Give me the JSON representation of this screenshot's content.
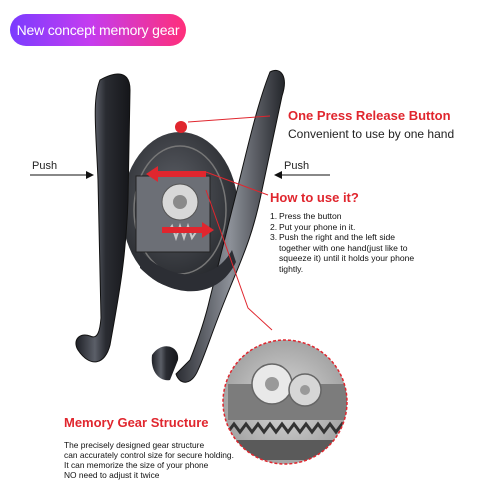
{
  "banner": {
    "text": "New concept memory gear"
  },
  "push_left": "Push",
  "push_right": "Push",
  "release": {
    "title": "One Press Release Button",
    "subtitle": "Convenient to use by one hand"
  },
  "howto": {
    "title": "How to use it?",
    "steps": [
      {
        "num": "1.",
        "text": "Press the button"
      },
      {
        "num": "2.",
        "text": "Put your phone in it."
      },
      {
        "num": "3.",
        "text": "Push the right and the left side together with one hand(just like to squeeze it) until it holds your phone tightly."
      }
    ]
  },
  "gear": {
    "title": "Memory Gear Structure",
    "lines": [
      "The precisely designed gear structure",
      "can accurately control size for secure holding.",
      "It can memorize the size of your phone",
      "NO need to adjust it twice"
    ]
  },
  "colors": {
    "accent_red": "#e0262e",
    "banner_start": "#7a3cff",
    "banner_end": "#ff2f7a",
    "holder_metal": "#3a3d44"
  }
}
